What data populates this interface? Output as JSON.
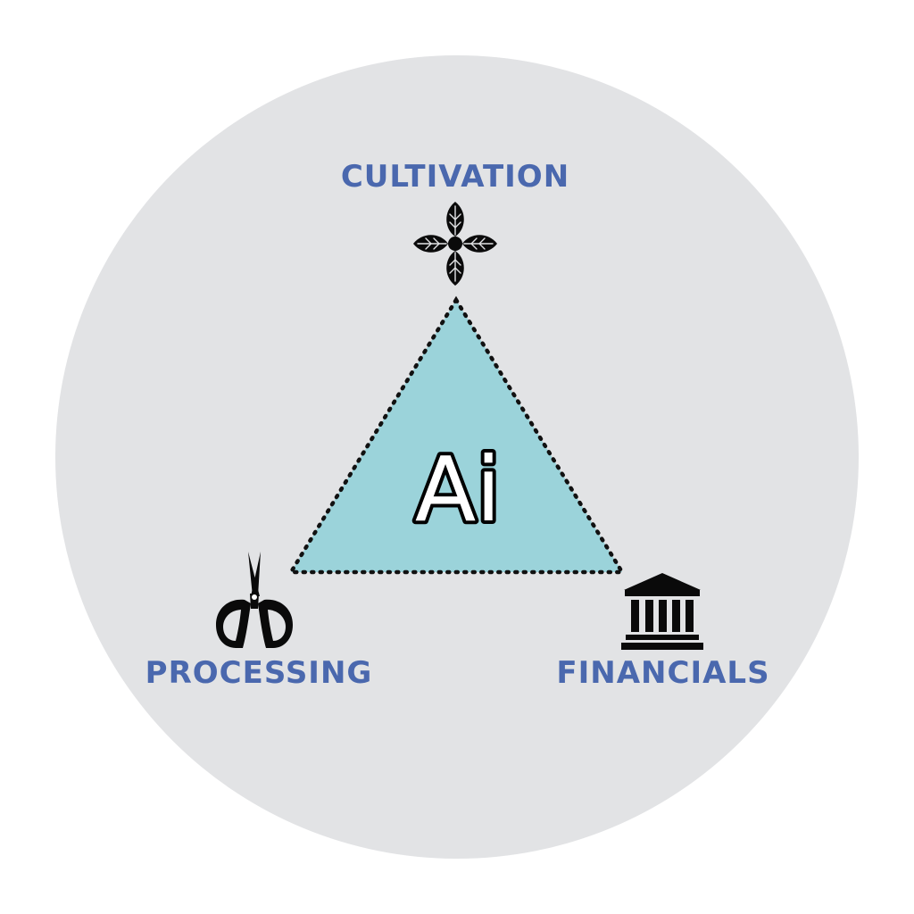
{
  "colors": {
    "page_background": "#ffffff",
    "circle_fill": "#e2e3e5",
    "triangle_fill": "#9bd3da",
    "triangle_border": "#111111",
    "label_color": "#4a68ae",
    "icon_color": "#0a0a0a",
    "center_text_fill": "#ffffff",
    "center_text_outline": "#000000"
  },
  "center": {
    "text": "Ai"
  },
  "nodes": [
    {
      "label": "CULTIVATION",
      "icon": "leaf-icon"
    },
    {
      "label": "PROCESSING",
      "icon": "scissors-icon"
    },
    {
      "label": "FINANCIALS",
      "icon": "bank-icon"
    }
  ]
}
